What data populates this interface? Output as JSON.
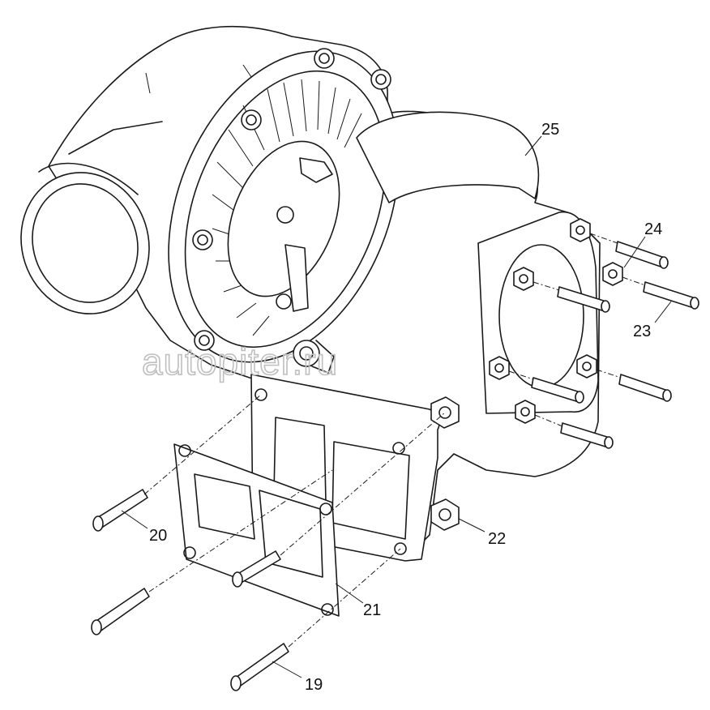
{
  "callouts": [
    {
      "id": "19",
      "label": "19"
    },
    {
      "id": "20",
      "label": "20"
    },
    {
      "id": "21",
      "label": "21"
    },
    {
      "id": "22",
      "label": "22"
    },
    {
      "id": "23",
      "label": "23"
    },
    {
      "id": "24",
      "label": "24"
    },
    {
      "id": "25",
      "label": "25"
    }
  ],
  "watermark": "autopiter.ru",
  "colors": {
    "line": "#1a1a1a",
    "background": "#ffffff",
    "watermark": "#bfbfbf"
  }
}
